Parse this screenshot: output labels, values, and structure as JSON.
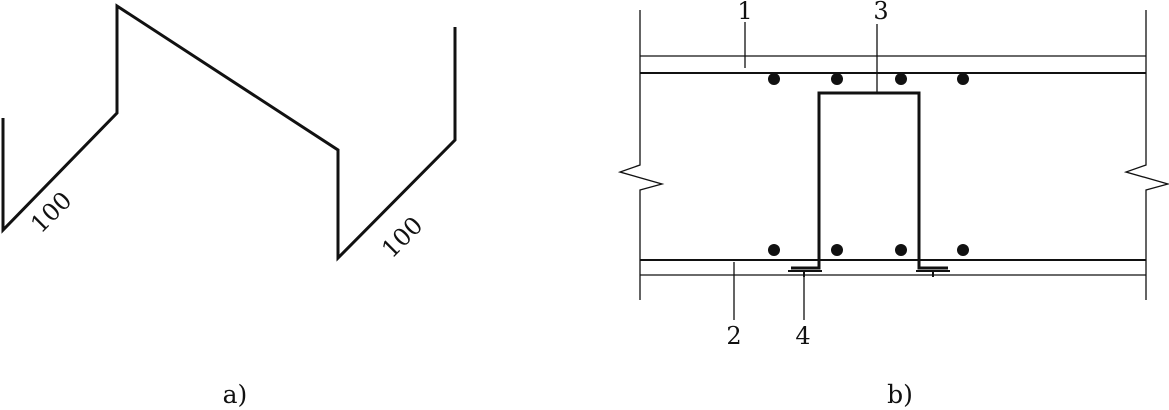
{
  "panel_a": {
    "caption": "a)",
    "dimensions": [
      {
        "text": "100"
      },
      {
        "text": "100"
      }
    ]
  },
  "panel_b": {
    "caption": "b)",
    "callouts": [
      {
        "text": "1"
      },
      {
        "text": "2"
      },
      {
        "text": "3"
      },
      {
        "text": "4"
      }
    ],
    "rebar_top_count": 4,
    "rebar_bottom_count": 4
  },
  "colors": {
    "line": "#111111",
    "background": "#ffffff"
  }
}
